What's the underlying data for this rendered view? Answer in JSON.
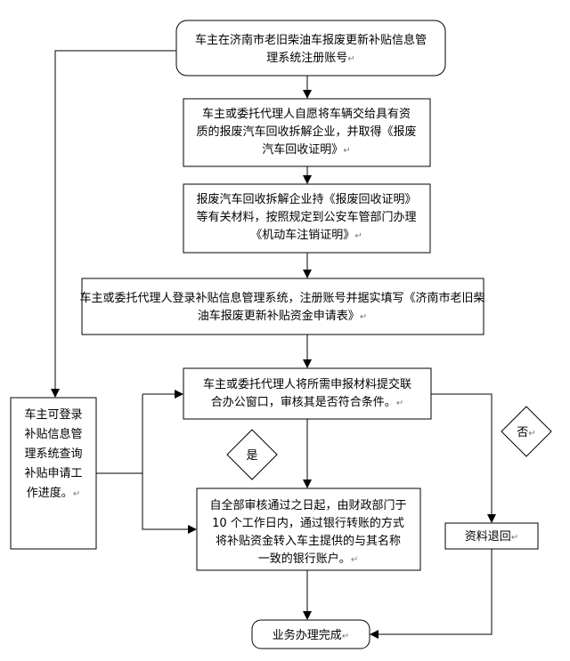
{
  "flow": {
    "step1": {
      "lines": [
        "车主在济南市老旧柴油车报废更新补贴信息管",
        "理系统注册账号"
      ]
    },
    "step2": {
      "lines": [
        "车主或委托代理人自愿将车辆交给具有资",
        "质的报废汽车回收拆解企业，并取得《报废",
        "汽车回收证明》"
      ]
    },
    "step3": {
      "lines": [
        "报废汽车回收拆解企业持《报废回收证明》",
        "等有关材料，按照规定到公安车管部门办理",
        "《机动车注销证明》"
      ]
    },
    "step4": {
      "lines": [
        "车主或委托代理人登录补贴信息管理系统，注册账号并据实填写《济南市老旧柴",
        "油车报废更新补贴资金申请表》"
      ]
    },
    "step5": {
      "lines": [
        "车主或委托代理人将所需申报材料提交联",
        "合办公窗口，审核其是否符合条件。"
      ]
    },
    "step6": {
      "lines": [
        "自全部审核通过之日起，由财政部门于",
        "10 个工作日内，通过银行转账的方式",
        "将补贴资金转入车主提供的与其名称",
        "一致的银行账户。"
      ]
    },
    "side": {
      "lines": [
        "车主可登录",
        "补贴信息管",
        "理系统查询",
        "补贴申请工",
        "作进度。"
      ]
    },
    "yes_label": "是",
    "no_label": "否",
    "reject": {
      "label": "资料退回"
    },
    "done": {
      "label": "业务办理完成"
    },
    "return_mark": "↵"
  }
}
